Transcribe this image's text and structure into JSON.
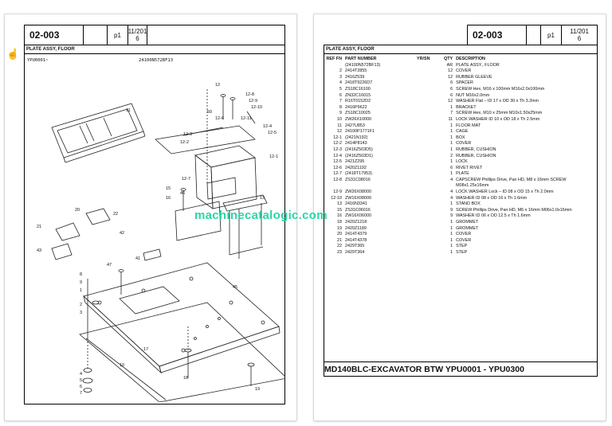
{
  "left_page": {
    "header": {
      "code": "02-003",
      "page": "p1",
      "date_line1": "11/201",
      "date_line2": "6"
    },
    "title": "PLATE ASSY, FLOOR",
    "serial_label": "YPU0001~",
    "drawing_id": "24100N572BF13",
    "callouts": [
      "12",
      "12-8",
      "12-9",
      "12-10",
      "50",
      "12-6",
      "12-11",
      "12-4",
      "12-5",
      "12-3",
      "12-2",
      "12-1",
      "11",
      "12-7",
      "15",
      "16",
      "46",
      "13",
      "20",
      "22",
      "21",
      "42",
      "41",
      "43",
      "47",
      "45",
      "8",
      "9",
      "1",
      "2",
      "3",
      "4",
      "5",
      "6",
      "7",
      "17",
      "10",
      "18",
      "19"
    ]
  },
  "right_page": {
    "header": {
      "code": "02-003",
      "page": "p1",
      "date_line1": "11/201",
      "date_line2": "6"
    },
    "title": "PLATE ASSY, FLOOR",
    "columns": {
      "ref": "REF FN",
      "part": "PART NUMBER",
      "yr": "YR/SN",
      "qty": "QTY",
      "desc": "DESCRIPTION"
    },
    "rows": [
      {
        "ref": "",
        "part": "(24100N572BF13)",
        "qty": "AR",
        "desc": "PLATE ASSY., FLOOR"
      },
      {
        "ref": "2",
        "part": "2414T2855",
        "qty": "12",
        "desc": "COVER"
      },
      {
        "ref": "3",
        "part": "2416Z539",
        "qty": "12",
        "desc": "RUBBER GLEEVE"
      },
      {
        "ref": "4",
        "part": "2418T9226D7",
        "qty": "6",
        "desc": "SPACER"
      },
      {
        "ref": "5",
        "part": "ZS18C16100",
        "qty": "6",
        "desc": "SCREW Hex, M16 x 100mm M16x2.0x100mm"
      },
      {
        "ref": "6",
        "part": "ZN32C16015",
        "qty": "6",
        "desc": "NUT  M16x2.0mm"
      },
      {
        "ref": "7",
        "part": "R16T0152D2",
        "qty": "12",
        "desc": "WASHER  Flat – ID 17 x OD 30 x Th 3.2mm"
      },
      {
        "ref": "8",
        "part": "2416P9622",
        "qty": "1",
        "desc": "BRACKET"
      },
      {
        "ref": "9",
        "part": "ZS18C10025",
        "qty": "7",
        "desc": "SCREW Hex, M10 x 25mm M10x1.50x25mm"
      },
      {
        "ref": "10",
        "part": "ZW26X10000",
        "qty": "11",
        "desc": "LOCK WASHER  ID 10 x OD 18 x Th 2.5mm"
      },
      {
        "ref": "11",
        "part": "2427U853",
        "qty": "1",
        "desc": "FLOOR MAT"
      },
      {
        "ref": "12",
        "part": "24100P1771F1",
        "qty": "1",
        "desc": "CAGE"
      },
      {
        "ref": "12-1",
        "part": "(2421N192)",
        "qty": "1",
        "desc": "BOX"
      },
      {
        "ref": "12-2",
        "part": "2414P8143",
        "qty": "1",
        "desc": "COVER"
      },
      {
        "ref": "12-3",
        "part": "(2416Z503D5)",
        "qty": "1",
        "desc": "RUBBER, CUSHION"
      },
      {
        "ref": "12-4",
        "part": "(2416Z503D1)",
        "qty": "2",
        "desc": "RUBBER, CUSHION"
      },
      {
        "ref": "12-5",
        "part": "2421Z295",
        "qty": "1",
        "desc": "LOCK"
      },
      {
        "ref": "12-6",
        "part": "2420Z1192",
        "qty": "6",
        "desc": "RIVET  RIVET"
      },
      {
        "ref": "12-7",
        "part": "(2418T17953)",
        "qty": "1",
        "desc": "PLATE"
      },
      {
        "ref": "12-8",
        "part": "ZS31C08016",
        "qty": "4",
        "desc": "CAPSCREW Phillips Drive, Pan HD, M8 x 16mm SCREW"
      },
      {
        "ref": "",
        "part": "",
        "qty": "",
        "desc": "M08x1.25x16mm"
      },
      {
        "ref": "12-9",
        "part": "ZW26X08000",
        "qty": "4",
        "desc": "LOCK WASHER  Lock – ID 08 x OD 15 x Th 2.0mm"
      },
      {
        "ref": "12-10",
        "part": "ZW16X08000",
        "qty": "4",
        "desc": "WASHER  ID 08 x OD 16 x Th 1.6mm"
      },
      {
        "ref": "13",
        "part": "2416N3341",
        "qty": "1",
        "desc": "STAND  BOX"
      },
      {
        "ref": "15",
        "part": "ZS31C06016",
        "qty": "9",
        "desc": "SCREW Phillips Drive, Pan HD, M6 x 16mm M06x1.0x16mm"
      },
      {
        "ref": "16",
        "part": "ZW16X06000",
        "qty": "9",
        "desc": "WASHER  ID 06 x OD 12.5 x Th 1.6mm"
      },
      {
        "ref": "18",
        "part": "2420Z1218",
        "qty": "1",
        "desc": "GROMMET"
      },
      {
        "ref": "19",
        "part": "2420Z1189",
        "qty": "1",
        "desc": "GROMMET"
      },
      {
        "ref": "20",
        "part": "2414T4379",
        "qty": "1",
        "desc": "COVER"
      },
      {
        "ref": "21",
        "part": "2414T4378",
        "qty": "1",
        "desc": "COVER"
      },
      {
        "ref": "22",
        "part": "2429T365",
        "qty": "1",
        "desc": "STEP"
      },
      {
        "ref": "23",
        "part": "2429T364",
        "qty": "1",
        "desc": "STEP"
      }
    ],
    "footer": "MD140BLC-EXCAVATOR BTW YPU0001 - YPU0300"
  },
  "watermark": "machinecatalogic.com"
}
